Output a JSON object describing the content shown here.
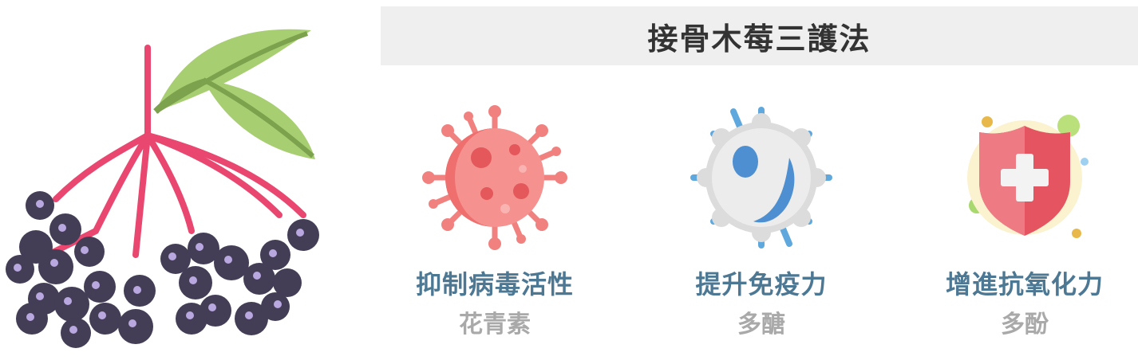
{
  "title": "接骨木莓三護法",
  "colors": {
    "label": "#4d7894",
    "sub": "#a9a9a9",
    "title_bg": "#efefef"
  },
  "benefits": [
    {
      "icon": "virus-icon",
      "label": "抑制病毒活性",
      "sub": "花青素"
    },
    {
      "icon": "immune-cell-icon",
      "label": "提升免疫力",
      "sub": "多醣"
    },
    {
      "icon": "shield-icon",
      "label": "增進抗氧化力",
      "sub": "多酚"
    }
  ]
}
